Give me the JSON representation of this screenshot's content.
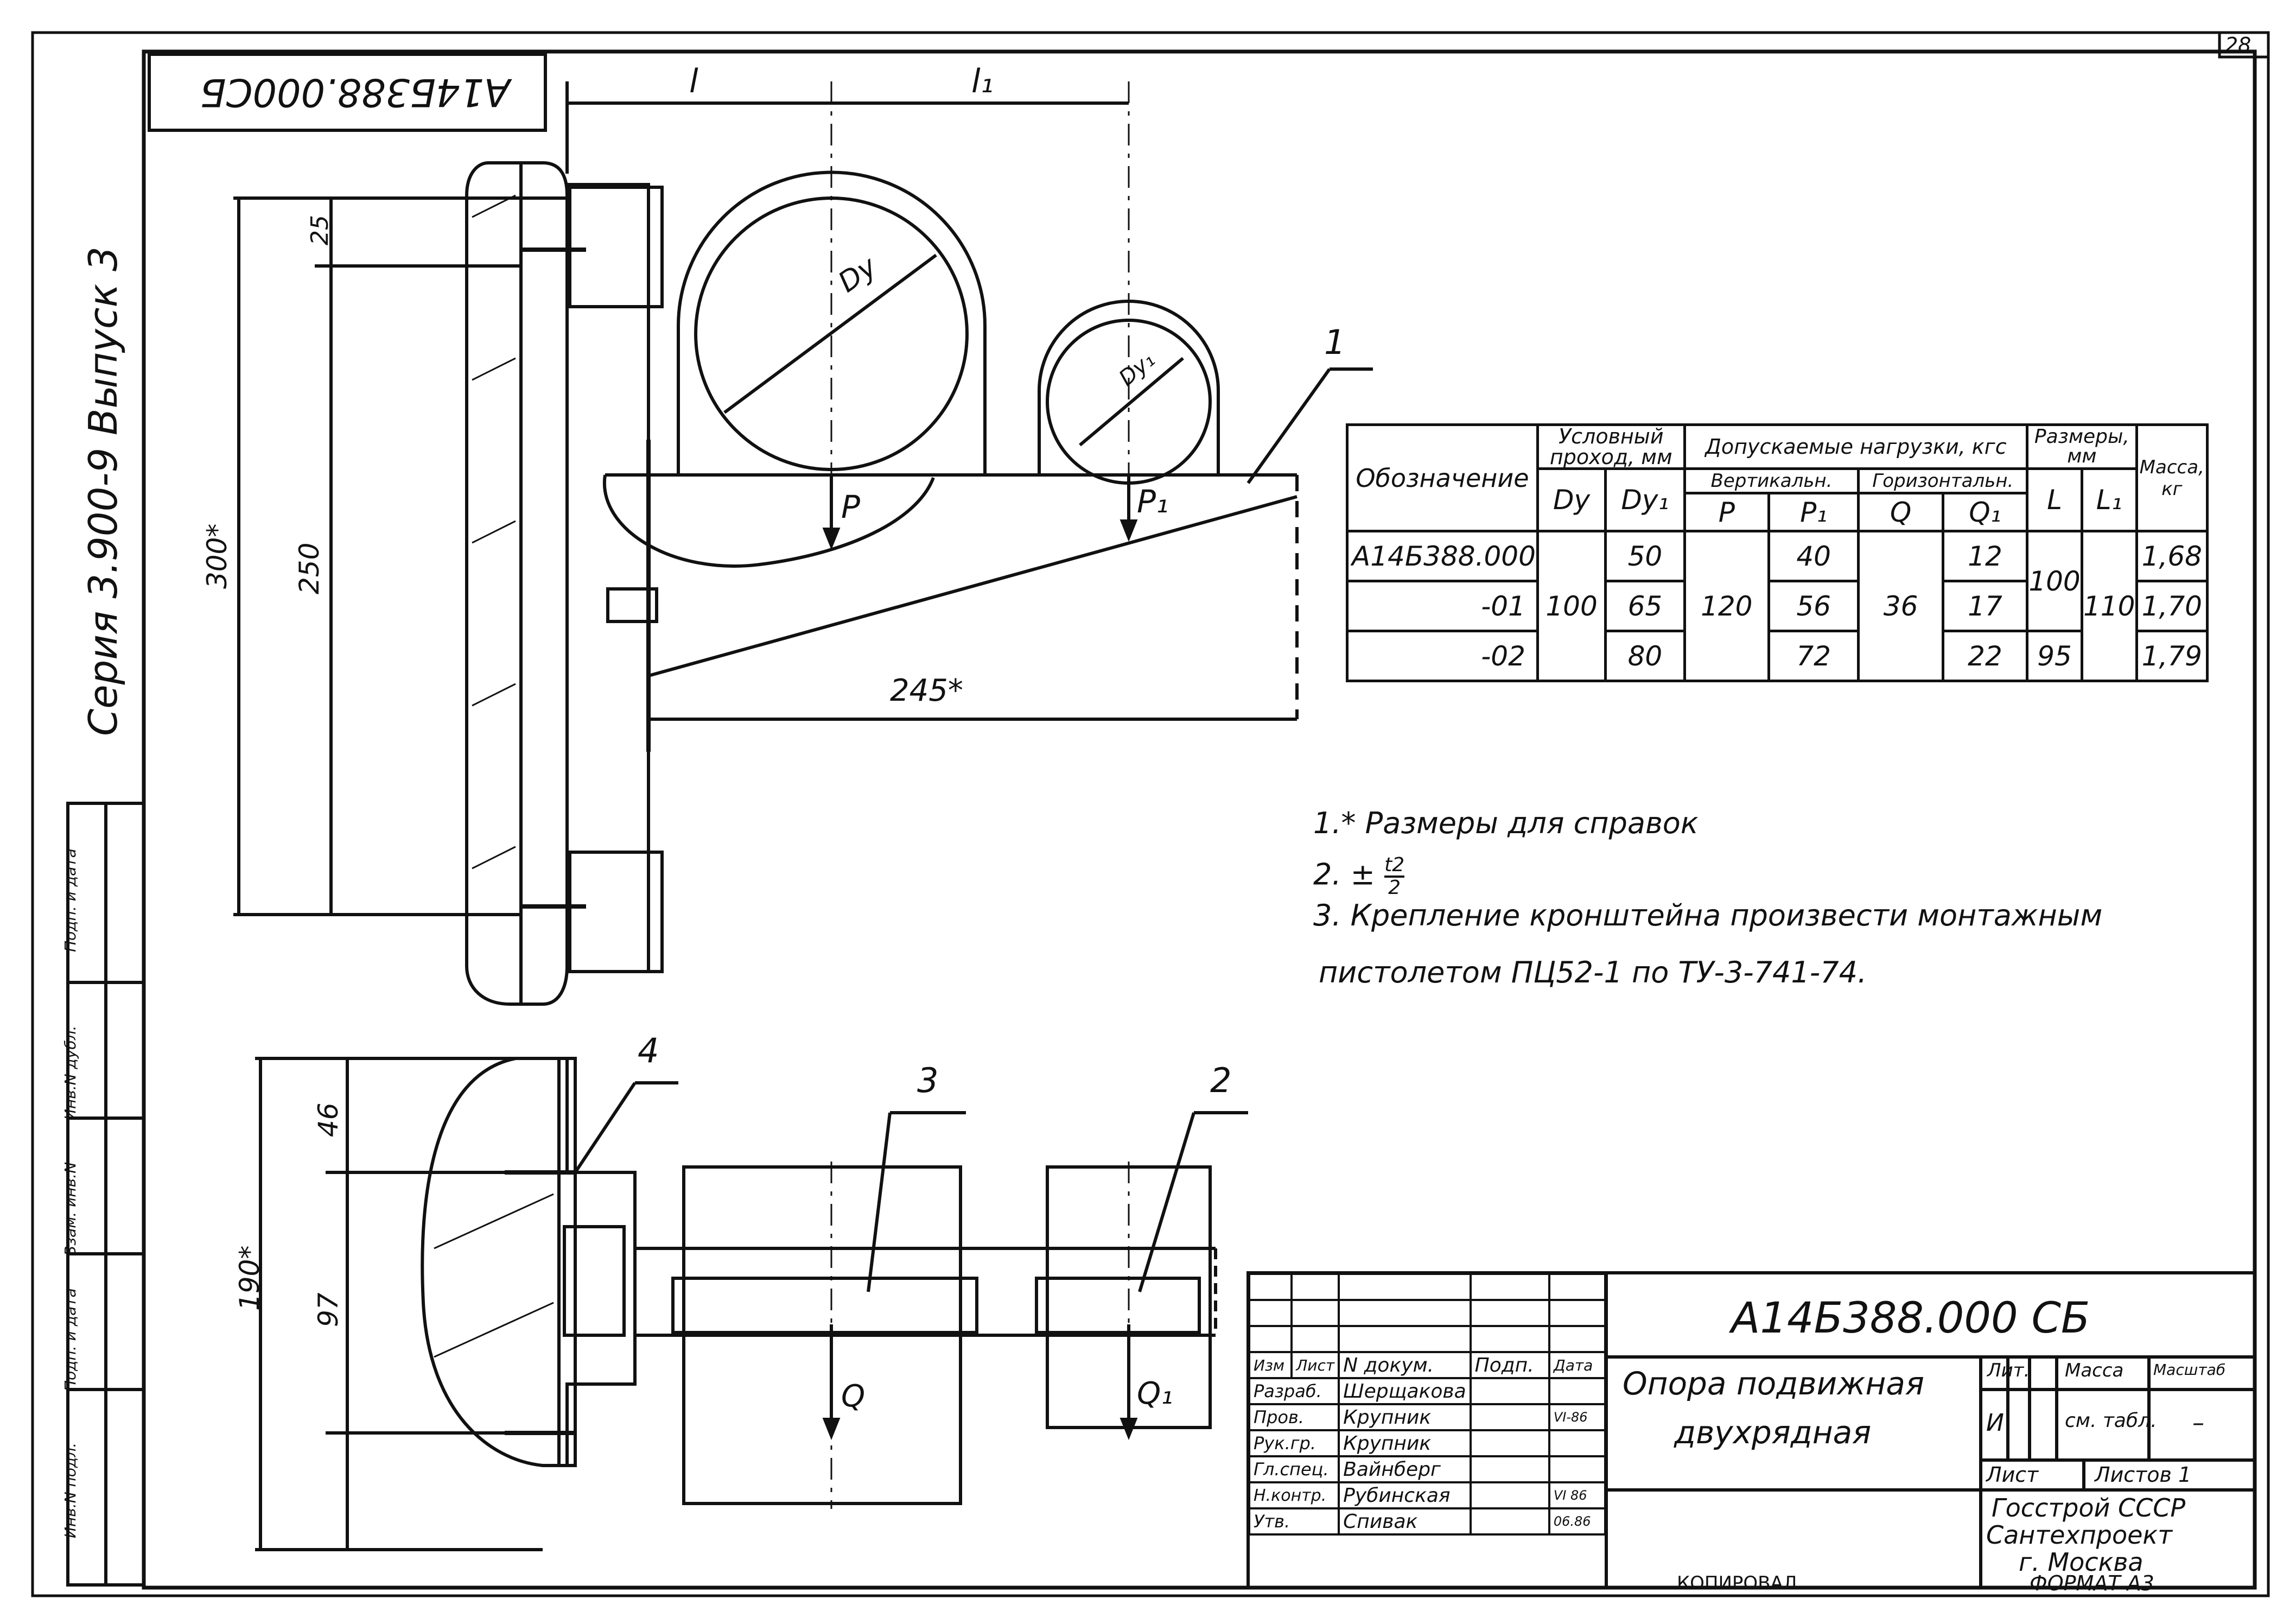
{
  "sheet": {
    "page_number": "28",
    "top_stamp": "А14Б388.000СБ",
    "side_series": "Серия 3.900-9 Выпуск 3",
    "left_strip": [
      "Инв.N подл.",
      "Подп. и дата",
      "Взам. инв.N",
      "Инв.N дубл.",
      "Подп. и дата"
    ],
    "copied_by": "КОПИРОВАЛ",
    "format": "ФОРМАТ А3"
  },
  "drawing": {
    "dim_l": "l",
    "dim_l1": "l₁",
    "label_dy": "Dy",
    "label_dy1": "Dy₁",
    "load_p": "P",
    "load_p1": "P₁",
    "load_q": "Q",
    "load_q1": "Q₁",
    "dim_300": "300*",
    "dim_25": "25",
    "dim_250": "250",
    "dim_245": "245*",
    "dim_190": "190*",
    "dim_46": "46",
    "dim_97": "97",
    "callouts": [
      "1",
      "2",
      "3",
      "4"
    ]
  },
  "spec_table": {
    "h_designation": "Обозначение",
    "h_bore": "Условный проход, мм",
    "h_loads": "Допускаемые нагрузки, кгс",
    "h_vert": "Вертикальн.",
    "h_horiz": "Горизонтальн.",
    "h_dims": "Размеры, мм",
    "h_mass": "Масса, кг",
    "c_dy": "Dy",
    "c_dy1": "Dy₁",
    "c_p": "P",
    "c_p1": "P₁",
    "c_q": "Q",
    "c_q1": "Q₁",
    "c_l": "L",
    "c_l1": "L₁",
    "rows": [
      {
        "designation": "А14Б388.000",
        "dy1": "50",
        "p1": "40",
        "q1": "12",
        "l": "",
        "mass": "1,68"
      },
      {
        "designation": "-01",
        "dy1": "65",
        "p1": "56",
        "q1": "17",
        "l": "",
        "mass": "1,70"
      },
      {
        "designation": "-02",
        "dy1": "80",
        "p1": "72",
        "q1": "22",
        "l": "95",
        "mass": "1,79"
      }
    ],
    "shared": {
      "dy": "100",
      "p": "120",
      "q": "36",
      "l": "100",
      "l1": "110"
    }
  },
  "notes": {
    "n1": "1.* Размеры для справок",
    "n2_prefix": "2. ±",
    "n2_num": "t2",
    "n2_den": "2",
    "n3_line1": "3. Крепление кронштейна произвести монтажным",
    "n3_line2": "пистолетом ПЦ52-1 по ТУ-3-741-74."
  },
  "title_block": {
    "doc_number": "А14Б388.000 СБ",
    "title_line1": "Опора подвижная",
    "title_line2": "двухрядная",
    "col_headers": [
      "Изм",
      "Лист",
      "N докум.",
      "Подп.",
      "Дата"
    ],
    "roles": [
      {
        "role": "Разраб.",
        "name": "Шерщакова",
        "date": ""
      },
      {
        "role": "Пров.",
        "name": "Крупник",
        "date": "VI-86"
      },
      {
        "role": "Рук.гр.",
        "name": "Крупник",
        "date": ""
      },
      {
        "role": "Гл.спец.",
        "name": "Вайнберг",
        "date": ""
      },
      {
        "role": "Н.контр.",
        "name": "Рубинская",
        "date": "VI 86"
      },
      {
        "role": "Утв.",
        "name": "Спивак",
        "date": "06.86"
      }
    ],
    "lit_label": "Лит.",
    "lit_value": "И",
    "mass_label": "Масса",
    "mass_value": "см. табл.",
    "scale_label": "Масштаб",
    "scale_value": "–",
    "sheet_label": "Лист",
    "sheets_label": "Листов 1",
    "org_line1": "Госстрой СССР",
    "org_line2": "Сантехпроект",
    "org_line3": "г. Москва"
  }
}
